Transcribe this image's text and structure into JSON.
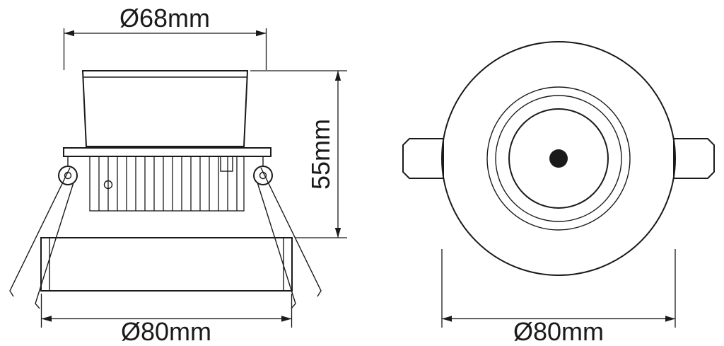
{
  "side_view": {
    "top_dim_label": "Ø68mm",
    "height_dim_label": "55mm",
    "bottom_dim_label": "Ø80mm"
  },
  "front_view": {
    "diameter_dim_label": "Ø80mm"
  },
  "colors": {
    "line": "#1a1a1a",
    "background": "#ffffff"
  }
}
